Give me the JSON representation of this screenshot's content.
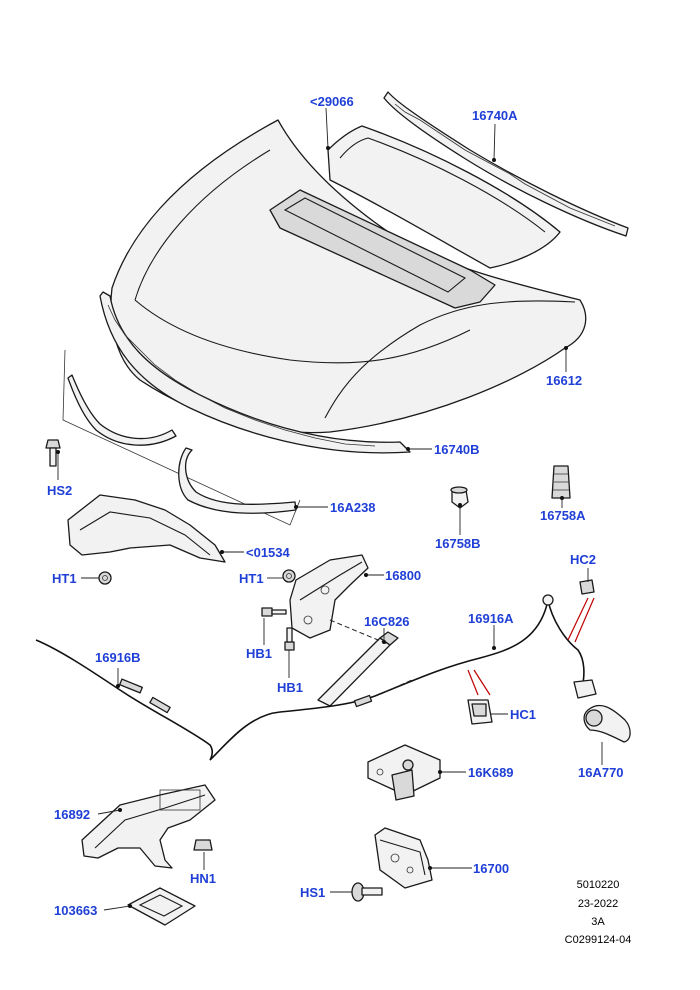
{
  "colors": {
    "callout": "#1f3fd6",
    "line": "#1a1a1a",
    "marker": "#c00000"
  },
  "callouts": [
    "<29066",
    "16740A",
    "16612",
    "16740B",
    "16A238",
    "<01534",
    "HS2",
    "HT1",
    "HT1",
    "16800",
    "16758B",
    "16758A",
    "HC2",
    "16C826",
    "16916A",
    "HB1",
    "HB1",
    "16916B",
    "HC1",
    "16A770",
    "16K689",
    "16892",
    "HN1",
    "16700",
    "HS1",
    "103663"
  ],
  "reference": {
    "line1": "5010220",
    "line2": "23-2022",
    "line3": "3A",
    "line4": "C0299124-04"
  }
}
